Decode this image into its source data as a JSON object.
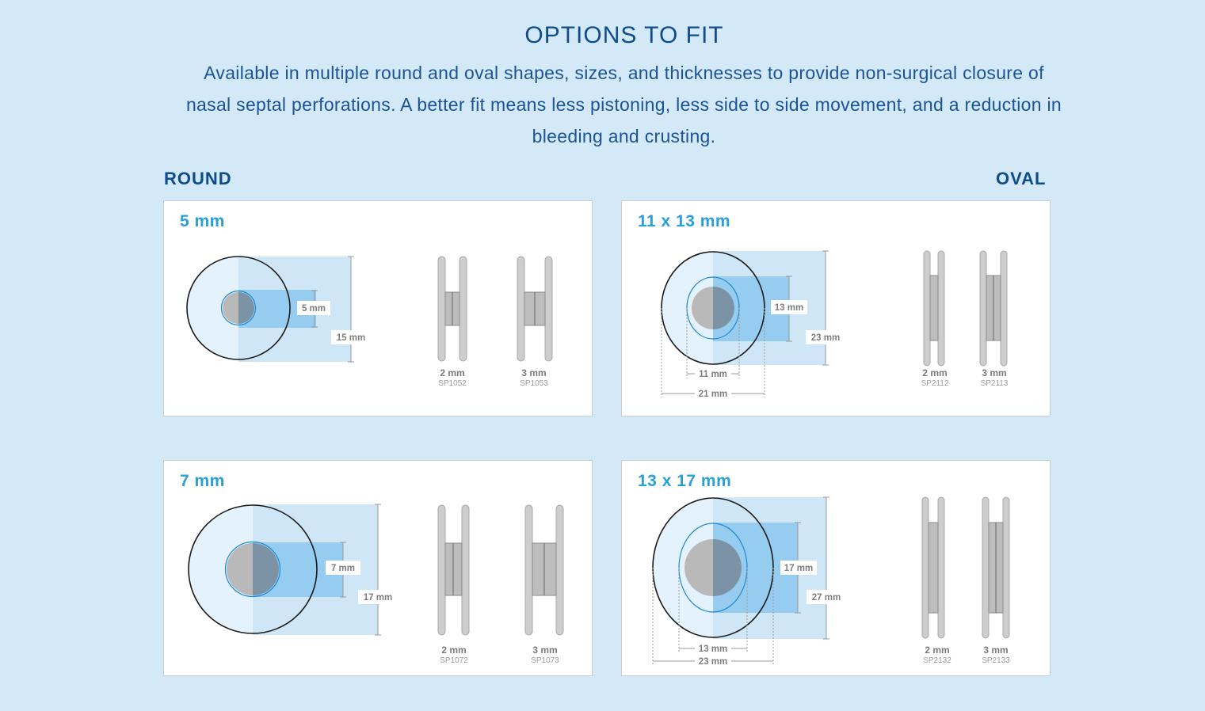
{
  "header": {
    "title": "OPTIONS TO FIT",
    "description": "Available in multiple round and oval shapes, sizes, and thicknesses to provide non-surgical closure of nasal septal perforations. A better fit means less pistoning, less side to side movement, and a reduction in bleeding and crusting."
  },
  "sections": {
    "round": "ROUND",
    "oval": "OVAL"
  },
  "panels": {
    "round_5": {
      "size": "5 mm",
      "inner_label": "5 mm",
      "outer_label": "15 mm",
      "variants": [
        {
          "thickness": "2 mm",
          "code": "SP1052"
        },
        {
          "thickness": "3 mm",
          "code": "SP1053"
        }
      ]
    },
    "round_7": {
      "size": "7 mm",
      "inner_label": "7 mm",
      "outer_label": "17 mm",
      "variants": [
        {
          "thickness": "2 mm",
          "code": "SP1072"
        },
        {
          "thickness": "3 mm",
          "code": "SP1073"
        }
      ]
    },
    "oval_11x13": {
      "size": "11 x 13 mm",
      "inner_h_label": "13 mm",
      "outer_h_label": "23 mm",
      "inner_w_label": "11 mm",
      "outer_w_label": "21 mm",
      "variants": [
        {
          "thickness": "2 mm",
          "code": "SP2112"
        },
        {
          "thickness": "3 mm",
          "code": "SP2113"
        }
      ]
    },
    "oval_13x17": {
      "size": "13 x 17 mm",
      "inner_h_label": "17 mm",
      "outer_h_label": "27 mm",
      "inner_w_label": "13 mm",
      "outer_w_label": "23 mm",
      "variants": [
        {
          "thickness": "2 mm",
          "code": "SP2132"
        },
        {
          "thickness": "3 mm",
          "code": "SP2133"
        }
      ]
    }
  },
  "colors": {
    "background": "#d3e9f8",
    "heading": "#0f4c8c",
    "size_accent": "#2a9fd8"
  }
}
